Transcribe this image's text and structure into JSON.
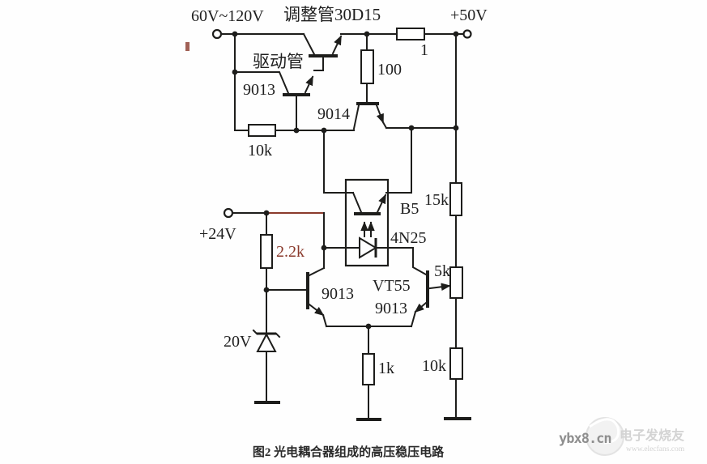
{
  "page": {
    "caption": "图2 光电耦合器组成的高压稳压电路"
  },
  "terminals": {
    "input_label": "60V~120V",
    "output_label": "+50V",
    "aux_label": "+24V"
  },
  "labels": {
    "pass_transistor": "调整管30D15",
    "driver_name": "驱动管",
    "driver_part": "9013",
    "r_series": "1",
    "r_collector": "100",
    "q_sense": "9014",
    "r_feedback": "10k",
    "opto_ref": "B5",
    "opto_part": "4N25",
    "r_divider_top": "15k",
    "r_pot": "5k",
    "r_divider_bottom": "10k",
    "r_led_bias": "2.2k",
    "zener_voltage": "20V",
    "q_diff_left": "9013",
    "q_diff_right_ref": "VT55",
    "q_diff_right_part": "9013",
    "r_emitter": "1k"
  },
  "watermark": {
    "site": "ybx8.cn",
    "brand": "电子发烧友",
    "url": "www.elecfans.com"
  },
  "colors": {
    "ink": "#1d1d1b",
    "accent_red": "#8a3a2c",
    "wm_gray": "#d3d3d3",
    "wm_dark": "#8f8f8f"
  }
}
